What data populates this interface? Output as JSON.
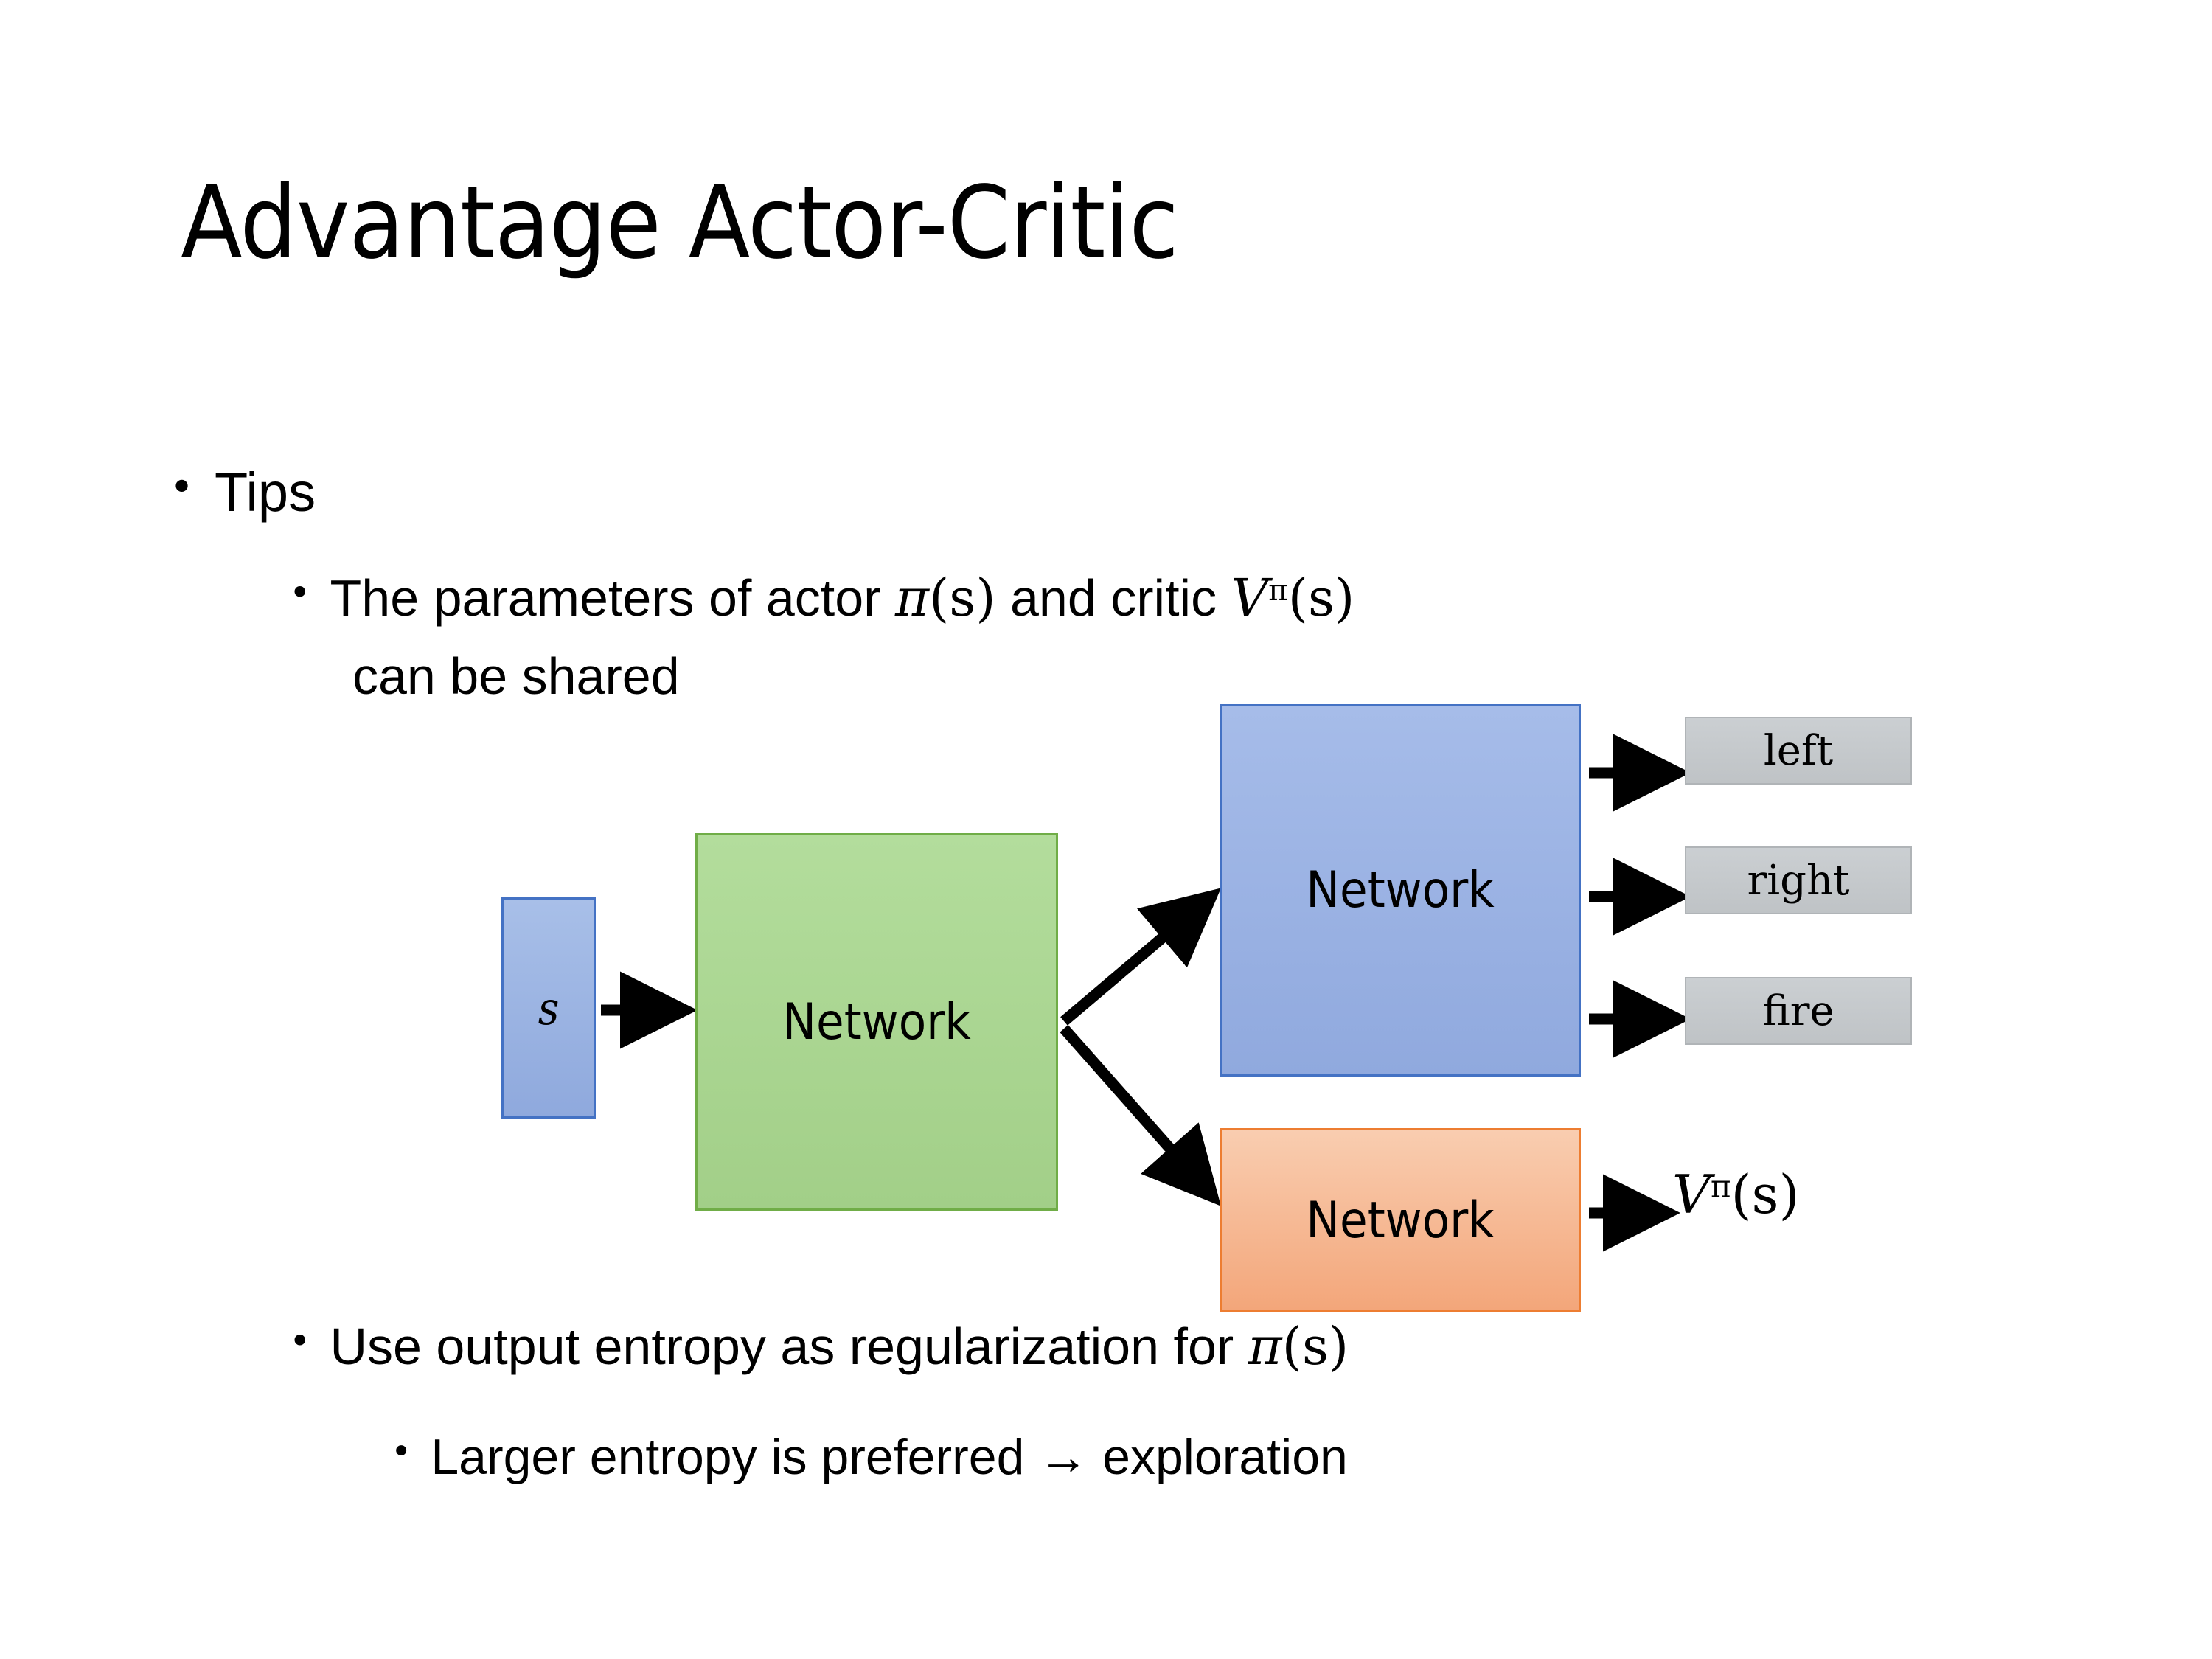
{
  "slide": {
    "title": "Advantage Actor-Critic",
    "background_color": "#ffffff"
  },
  "bullets": {
    "level1": {
      "marker": "•",
      "text": "Tips"
    },
    "level2_params": {
      "marker": "•",
      "prefix": "The parameters of actor ",
      "math_actor_base": "π",
      "math_actor_arg": "(s)",
      "middle": "  and critic ",
      "math_critic_base": "V",
      "math_critic_sup": "π",
      "math_critic_arg": "(s)",
      "line2": "can be shared"
    },
    "level2_entropy": {
      "marker": "•",
      "prefix": "Use output entropy as regularization for ",
      "math_base": "π",
      "math_arg": "(s)"
    },
    "level3_larger": {
      "marker": "•",
      "text": "Larger entropy is preferred → exploration"
    }
  },
  "diagram": {
    "input_box": {
      "label": "s",
      "fill": "#9cb3e0",
      "border": "#4472c4"
    },
    "shared_network": {
      "label": "Network",
      "fill": "#a8d08d",
      "border": "#70ad47"
    },
    "actor_network": {
      "label": "Network",
      "fill": "#9ab5e4",
      "border": "#4472c4"
    },
    "critic_network": {
      "label": "Network",
      "fill": "#f4a97c",
      "border": "#ed7d31"
    },
    "actions": [
      {
        "label": "left",
        "fill": "#c6c9cc",
        "border": "#b0b4b7"
      },
      {
        "label": "right",
        "fill": "#c6c9cc",
        "border": "#b0b4b7"
      },
      {
        "label": "fire",
        "fill": "#c6c9cc",
        "border": "#b0b4b7"
      }
    ],
    "critic_output": {
      "base": "V",
      "sup": "π",
      "arg": "(s)"
    },
    "arrow_color": "#000000"
  }
}
